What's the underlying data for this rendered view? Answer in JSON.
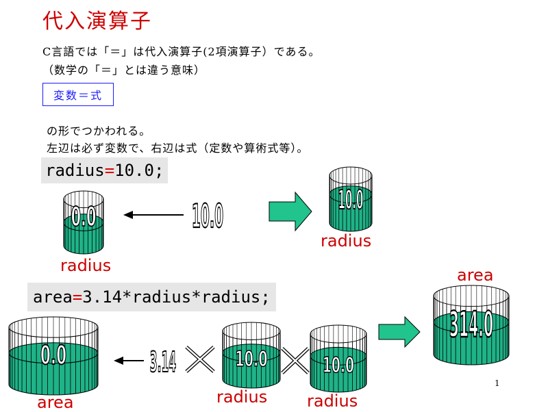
{
  "title": "代入演算子",
  "intro": {
    "line1": "C言語では「＝」は代入演算子(2項演算子）である。",
    "line2": "（数学の「＝」とは違う意味）"
  },
  "formula_box": "変数＝式",
  "usage": {
    "line1": "の形でつかわれる。",
    "line2": "左辺は必ず変数で、右辺は式（定数や算術式等）。"
  },
  "example1": {
    "code_left": "radius",
    "code_eq": "=",
    "code_right": "10.0;",
    "var_before_value": "0.0",
    "var_before_label": "radius",
    "constant": "10.0",
    "var_after_value": "10.0",
    "var_after_label": "radius"
  },
  "example2": {
    "code_left": "area",
    "code_eq": "=",
    "code_right": "3.14*radius*radius;",
    "var_area_value": "0.0",
    "var_area_label": "area",
    "constant": "3.14",
    "multiply_symbol": "×",
    "var_radius1_value": "10.0",
    "var_radius1_label": "radius",
    "var_radius2_value": "10.0",
    "var_radius2_label": "radius",
    "result_value": "314.0",
    "result_label": "area"
  },
  "page_number": "1",
  "colors": {
    "title": "#cc0000",
    "box_border": "#1a1aff",
    "teal": "#1fb388",
    "arrow_green": "#20c48c",
    "code_bg": "#e6e6e6"
  }
}
